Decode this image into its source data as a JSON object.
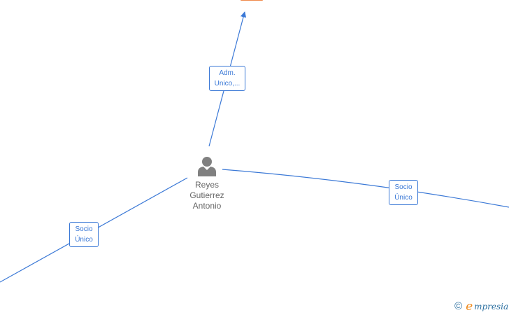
{
  "person": {
    "name_lines": [
      "Reyes",
      "Gutierrez",
      "Antonio"
    ],
    "icon": "person-icon"
  },
  "edges": [
    {
      "label_lines": [
        "Adm.",
        "Unico,..."
      ]
    },
    {
      "label_lines": [
        "Socio",
        "Único"
      ]
    },
    {
      "label_lines": [
        "Socio",
        "Único"
      ]
    }
  ],
  "footer": {
    "copyright_symbol": "©",
    "brand_initial": "e",
    "brand_rest": "mpresia"
  },
  "colors": {
    "edge": "#3a78d6",
    "node_name": "#666666",
    "company_node": "#f08a4b",
    "brand_orange": "#f08a1c",
    "brand_blue": "#2b6fa0"
  }
}
